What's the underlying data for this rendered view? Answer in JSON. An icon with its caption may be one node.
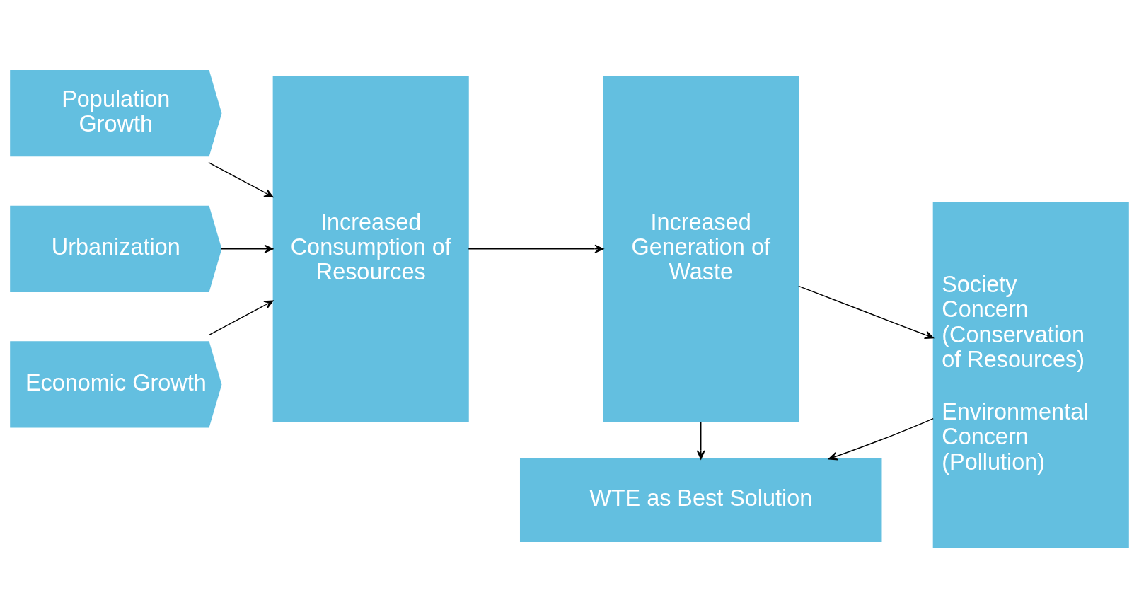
{
  "diagram": {
    "nodes": [
      {
        "text": [
          "Population Growth"
        ]
      },
      {
        "text": [
          "Urbanization"
        ]
      },
      {
        "text": [
          "Economic Growth"
        ]
      },
      {
        "text": [
          "Increased Consumption of Resources"
        ]
      },
      {
        "text": [
          "Increased Generation of Waste"
        ]
      },
      {
        "text": [
          "Society Concern (Conservation of Resources)",
          "Environmental Concern (Pollution)"
        ]
      },
      {
        "text": [
          "WTE as Best Solution"
        ]
      }
    ],
    "edges": [
      {
        "from": 0,
        "to": 3,
        "arrow": "to"
      },
      {
        "from": 1,
        "to": 3,
        "arrow": "to"
      },
      {
        "from": 2,
        "to": 3,
        "arrow": "to"
      },
      {
        "from": 3,
        "to": 4,
        "arrow": "to"
      },
      {
        "from": 4,
        "to": 5,
        "arrow": "to"
      },
      {
        "from": 4,
        "to": 6,
        "arrow": "to"
      },
      {
        "from": 5,
        "to": 6,
        "arrow": "to"
      }
    ]
  }
}
